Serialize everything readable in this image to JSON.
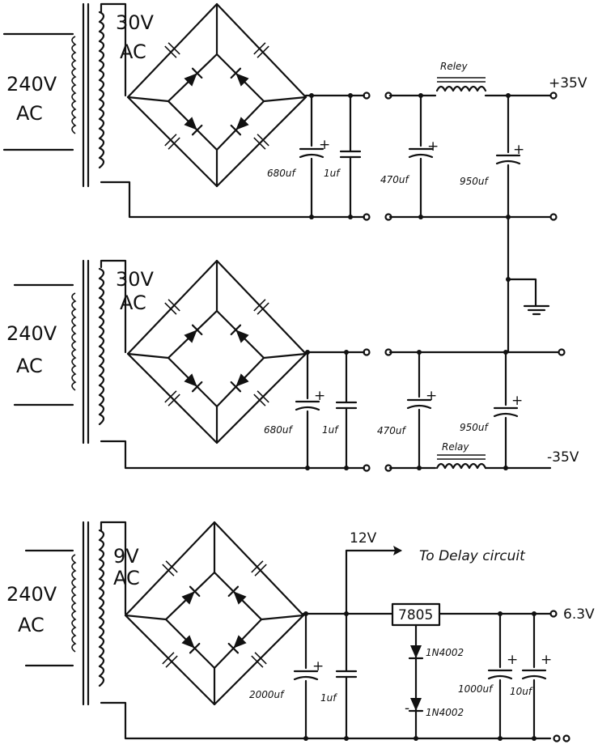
{
  "sections": [
    {
      "mains": [
        "240V",
        "AC"
      ],
      "secondary": [
        "30V",
        "AC"
      ],
      "caps": [
        "680uf",
        "1uf",
        "470uf",
        "950uf"
      ],
      "relay": "Reley",
      "output": "+35V"
    },
    {
      "mains": [
        "240V",
        "AC"
      ],
      "secondary": [
        "30V",
        "AC"
      ],
      "caps": [
        "680uf",
        "1uf",
        "470uf",
        "950uf"
      ],
      "relay": "Relay",
      "output": "-35V"
    },
    {
      "mains": [
        "240V",
        "AC"
      ],
      "secondary": [
        "9V",
        "AC"
      ],
      "caps": [
        "2000uf",
        "1uf",
        "1000uf",
        "10uf"
      ],
      "regulator": "7805",
      "diodes": [
        "1N4002",
        "1N4002"
      ],
      "tap": "12V",
      "tap_dest": "To Delay circuit",
      "output": "6.3V"
    }
  ]
}
